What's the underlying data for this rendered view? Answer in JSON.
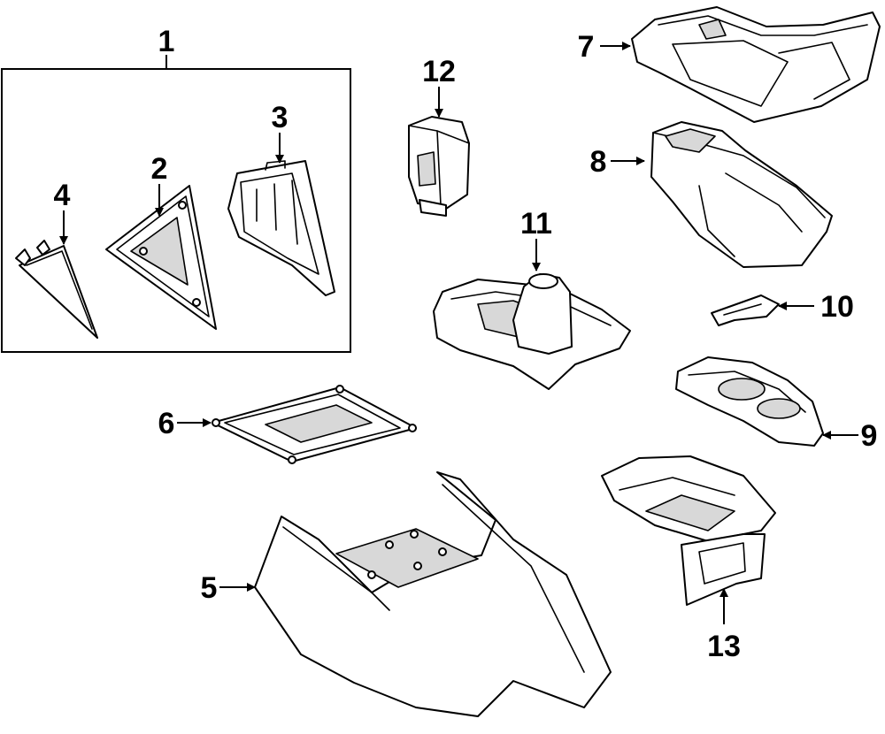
{
  "diagram": {
    "callouts": [
      {
        "id": "1",
        "label": "1"
      },
      {
        "id": "2",
        "label": "2"
      },
      {
        "id": "3",
        "label": "3"
      },
      {
        "id": "4",
        "label": "4"
      },
      {
        "id": "5",
        "label": "5"
      },
      {
        "id": "6",
        "label": "6"
      },
      {
        "id": "7",
        "label": "7"
      },
      {
        "id": "8",
        "label": "8"
      },
      {
        "id": "9",
        "label": "9"
      },
      {
        "id": "10",
        "label": "10"
      },
      {
        "id": "11",
        "label": "11"
      },
      {
        "id": "12",
        "label": "12"
      },
      {
        "id": "13",
        "label": "13"
      }
    ],
    "colors": {
      "line": "#000000",
      "background": "#ffffff",
      "shade": "#d8d8d8"
    }
  }
}
